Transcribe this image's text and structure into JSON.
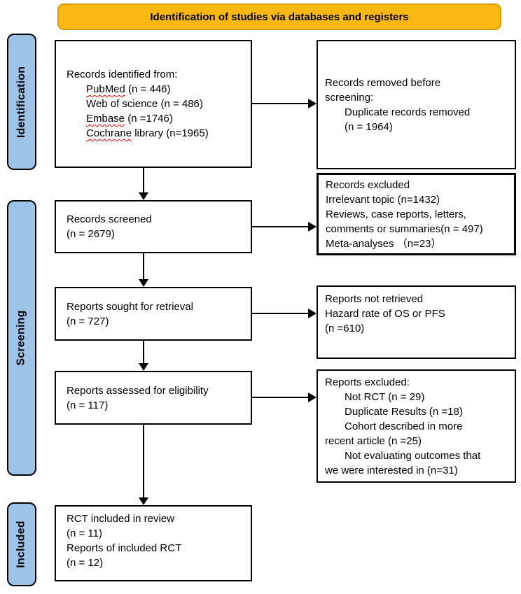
{
  "banner": {
    "label": "Identification of studies via databases and registers"
  },
  "sidebar": {
    "items": [
      "Identification",
      "Screening",
      "Included"
    ]
  },
  "colors": {
    "background": "#FFFFFF",
    "text": "#000000",
    "banner_fill": "#FBB811",
    "banner_border": "#D99E00",
    "sidebar_fill": "#9DC3E6",
    "sidebar_border": "#000000",
    "box_border": "#000000",
    "arrow": "#000000",
    "spellcheck_underline": "#FF0000"
  },
  "flow": {
    "records_identified": {
      "lines": [
        {
          "indent": 0,
          "segments": [
            {
              "text": "Records identified from:"
            }
          ]
        },
        {
          "indent": 1,
          "segments": [
            {
              "text": "PubMed",
              "wavy": true
            },
            {
              "text": " (n = 446)"
            }
          ]
        },
        {
          "indent": 1,
          "segments": [
            {
              "text": "Web of science (n = 486)"
            }
          ]
        },
        {
          "indent": 1,
          "segments": [
            {
              "text": "Embase",
              "wavy": true
            },
            {
              "text": " (n =1746)"
            }
          ]
        },
        {
          "indent": 1,
          "segments": [
            {
              "text": "Cochrane",
              "wavy": true
            },
            {
              "text": " library (n=1965)"
            }
          ]
        }
      ]
    },
    "records_removed": {
      "lines": [
        {
          "indent": 0,
          "segments": [
            {
              "text": "Records removed before"
            }
          ]
        },
        {
          "indent": 0,
          "segments": [
            {
              "text": "screening:"
            }
          ]
        },
        {
          "indent": 1,
          "segments": [
            {
              "text": "Duplicate records removed"
            }
          ]
        },
        {
          "indent": 1,
          "segments": [
            {
              "text": "(n = 1964)"
            }
          ]
        }
      ]
    },
    "records_screened": {
      "lines": [
        {
          "indent": 0,
          "segments": [
            {
              "text": "Records screened"
            }
          ]
        },
        {
          "indent": 0,
          "segments": [
            {
              "text": "(n = 2679)"
            }
          ]
        }
      ]
    },
    "records_excluded": {
      "lines": [
        {
          "indent": 0,
          "segments": [
            {
              "text": "Records excluded"
            }
          ]
        },
        {
          "indent": 0,
          "segments": [
            {
              "text": "Irrelevant topic (n=1432)"
            }
          ]
        },
        {
          "indent": 0,
          "segments": [
            {
              "text": "Reviews, case reports, letters,"
            }
          ]
        },
        {
          "indent": 0,
          "segments": [
            {
              "text": "comments or summaries(n = 497)"
            }
          ]
        },
        {
          "indent": 0,
          "segments": [
            {
              "text": "Meta-analyses （n=23）"
            }
          ]
        }
      ]
    },
    "reports_sought": {
      "lines": [
        {
          "indent": 0,
          "segments": [
            {
              "text": "Reports sought for retrieval"
            }
          ]
        },
        {
          "indent": 0,
          "segments": [
            {
              "text": "(n = 727)"
            }
          ]
        }
      ]
    },
    "reports_not_retrieved": {
      "lines": [
        {
          "indent": 0,
          "segments": [
            {
              "text": "Reports not retrieved"
            }
          ]
        },
        {
          "indent": 0,
          "segments": [
            {
              "text": "Hazard rate of OS or PFS"
            }
          ]
        },
        {
          "indent": 0,
          "segments": [
            {
              "text": "(n =610)"
            }
          ]
        }
      ]
    },
    "reports_assessed": {
      "lines": [
        {
          "indent": 0,
          "segments": [
            {
              "text": "Reports assessed for eligibility"
            }
          ]
        },
        {
          "indent": 0,
          "segments": [
            {
              "text": "(n = 117)"
            }
          ]
        }
      ]
    },
    "reports_excluded": {
      "lines": [
        {
          "indent": 0,
          "segments": [
            {
              "text": "Reports excluded:"
            }
          ]
        },
        {
          "indent": 1,
          "segments": [
            {
              "text": "Not RCT (n = 29)"
            }
          ]
        },
        {
          "indent": 1,
          "segments": [
            {
              "text": "Duplicate Results (n =18)"
            }
          ]
        },
        {
          "indent": 1,
          "segments": [
            {
              "text": "Cohort described in more"
            }
          ]
        },
        {
          "indent": 0,
          "segments": [
            {
              "text": "recent article (n =25)"
            }
          ]
        },
        {
          "indent": 1,
          "segments": [
            {
              "text": "Not evaluating outcomes that"
            }
          ]
        },
        {
          "indent": 0,
          "segments": [
            {
              "text": "we were interested in (n=31)"
            }
          ]
        }
      ]
    },
    "rct_included": {
      "lines": [
        {
          "indent": 0,
          "segments": [
            {
              "text": "RCT included in review"
            }
          ]
        },
        {
          "indent": 0,
          "segments": [
            {
              "text": "(n = 11)"
            }
          ]
        },
        {
          "indent": 0,
          "segments": [
            {
              "text": "Reports of included RCT"
            }
          ]
        },
        {
          "indent": 0,
          "segments": [
            {
              "text": "(n = 12)"
            }
          ]
        }
      ]
    }
  }
}
